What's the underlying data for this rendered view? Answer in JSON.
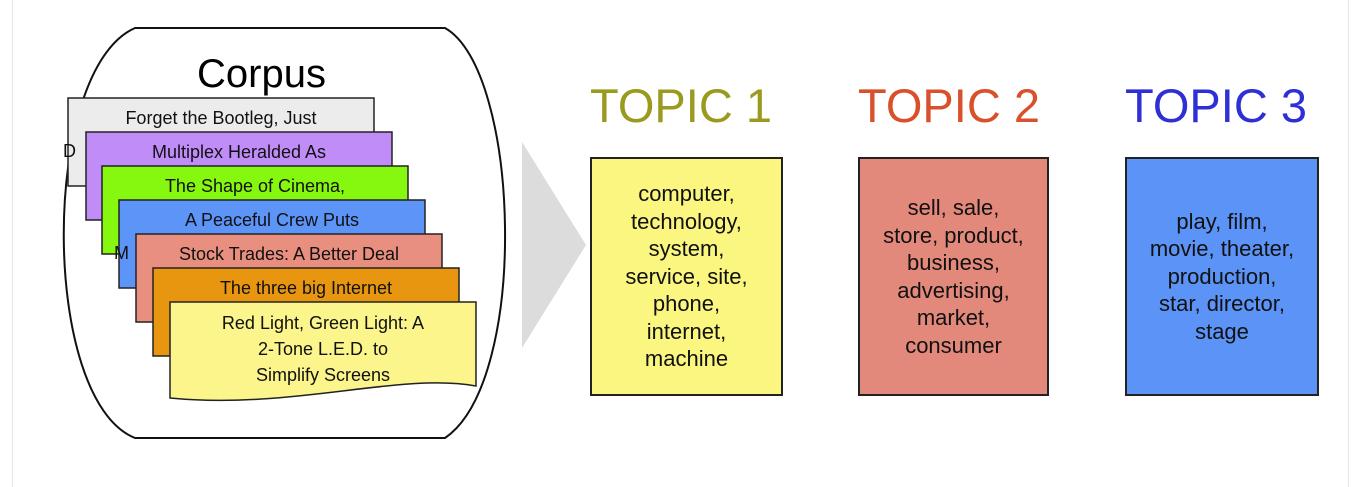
{
  "corpus": {
    "title": "Corpus",
    "documents": [
      {
        "label": "Forget the Bootleg, Just",
        "color": "#ececec",
        "peek": "D"
      },
      {
        "label": "Multiplex Heralded As",
        "color": "#c08cf7",
        "peek": ""
      },
      {
        "label": "The Shape of Cinema,",
        "color": "#86f70e",
        "peek": ""
      },
      {
        "label": "A Peaceful Crew Puts",
        "color": "#5c95f7",
        "peek": "M"
      },
      {
        "label": "Stock Trades: A Better Deal",
        "color": "#e98f80",
        "peek": ""
      },
      {
        "label": "The three big Internet",
        "color": "#e8960f",
        "peek": ""
      },
      {
        "label": "Red Light, Green Light: A\n2-Tone L.E.D. to\nSimplify Screens",
        "color": "#fbf58b",
        "peek": ""
      }
    ]
  },
  "topics": [
    {
      "title": "TOPIC 1",
      "title_color": "#9a9a1f",
      "box_color": "#fbf67f",
      "words": "computer,\ntechnology,\nsystem,\nservice, site,\nphone,\ninternet,\nmachine"
    },
    {
      "title": "TOPIC 2",
      "title_color": "#d9512a",
      "box_color": "#e2897c",
      "words": "sell, sale,\nstore, product,\nbusiness,\nadvertising,\nmarket,\nconsumer"
    },
    {
      "title": "TOPIC 3",
      "title_color": "#2f2fd6",
      "box_color": "#5b93f6",
      "words": "play, film,\nmovie, theater,\nproduction,\nstar, director,\nstage"
    }
  ]
}
